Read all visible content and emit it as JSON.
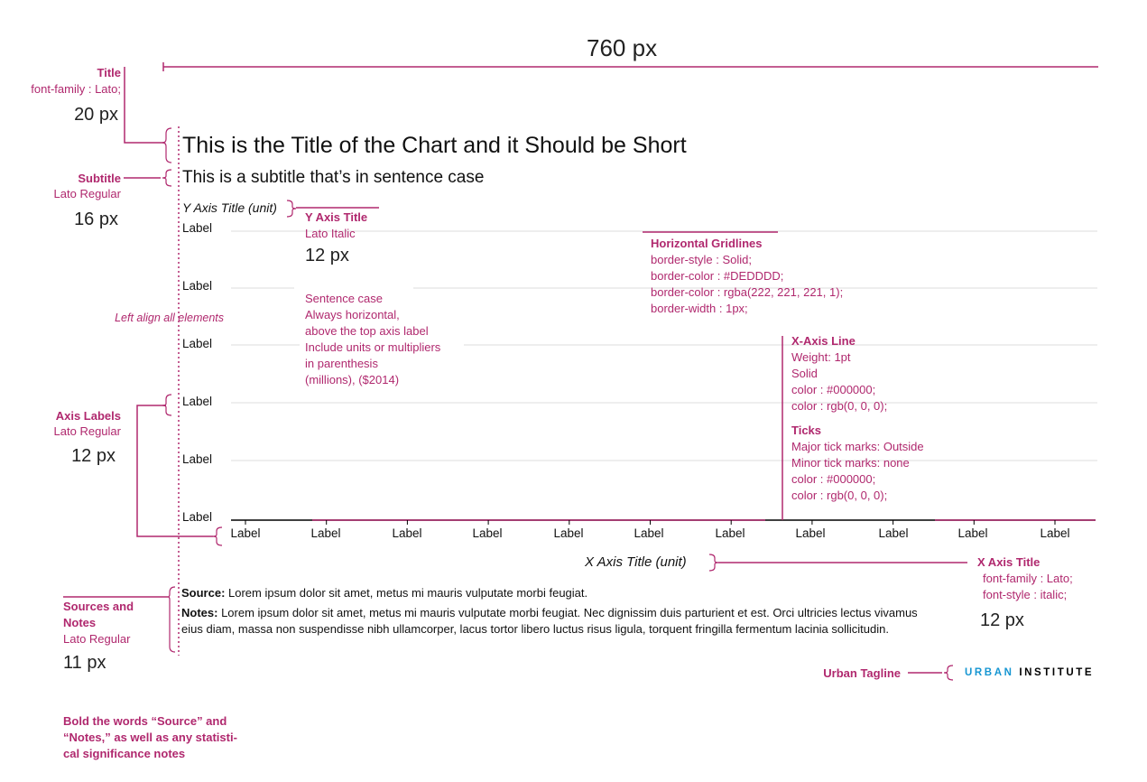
{
  "width_label": "760 px",
  "chart": {
    "title": "This is the Title of the Chart and it Should be Short",
    "subtitle": "This is a subtitle that’s in sentence case",
    "y_axis_title": "Y Axis Title (unit)",
    "y_labels": [
      "Label",
      "Label",
      "Label",
      "Label",
      "Label",
      "Label"
    ],
    "x_labels": [
      "Label",
      "Label",
      "Label",
      "Label",
      "Label",
      "Label",
      "Label",
      "Label",
      "Label",
      "Label",
      "Label"
    ],
    "x_axis_title": "X Axis Title (unit)",
    "source_bold": "Source:",
    "source_text": " Lorem ipsum dolor sit amet, metus mi mauris vulputate morbi feugiat.",
    "notes_bold": "Notes:",
    "notes_text": " Lorem ipsum dolor sit amet, metus mi mauris vulputate morbi feugiat. Nec dignissim duis parturient et est. Orci ultricies lectus vivamus eius diam, massa non suspendisse nibh ullamcorper, lacus tortor libero luctus risus ligula, torquent fringilla fermentum lacinia sollicitudin.",
    "tagline_a": "URBAN",
    "tagline_b": "INSTITUTE"
  },
  "annotations": {
    "title": {
      "head": "Title",
      "line1": "font-family : Lato;",
      "size": "20 px"
    },
    "subtitle": {
      "head": "Subtitle",
      "line1": "Lato Regular",
      "size": "16 px"
    },
    "left_align": "Left align all elements",
    "axis_labels": {
      "head": "Axis Labels",
      "line1": "Lato Regular",
      "size": "12 px"
    },
    "sources": {
      "head1": "Sources and",
      "head2": "Notes",
      "line1": "Lato Regular",
      "size": "11 px"
    },
    "bold_note": [
      "Bold the words “Source” and",
      "“Notes,” as well as any statisti-",
      "cal significance notes"
    ],
    "y_title": {
      "head": "Y Axis Title",
      "line1": "Lato Italic",
      "size": "12 px"
    },
    "y_title_rules": [
      "Sentence case",
      "Always horizontal,",
      "above the top axis label",
      "Include units or multipliers",
      "in parenthesis",
      "(millions), ($2014)"
    ],
    "gridlines": {
      "head": "Horizontal Gridlines",
      "lines": [
        "border-style : Solid;",
        "border-color : #DEDDDD;",
        "border-color : rgba(222, 221, 221, 1);",
        "border-width : 1px;"
      ]
    },
    "x_axis_line": {
      "head": "X-Axis Line",
      "lines": [
        "Weight: 1pt",
        "Solid",
        "color : #000000;",
        "color : rgb(0, 0, 0);"
      ]
    },
    "ticks": {
      "head": "Ticks",
      "lines": [
        "Major tick marks: Outside",
        "Minor tick marks: none",
        "color : #000000;",
        "color : rgb(0, 0, 0);"
      ]
    },
    "x_title": {
      "head": "X Axis Title",
      "line1": "font-family : Lato;",
      "line2": "font-style : italic;",
      "size": "12 px"
    },
    "tagline": "Urban Tagline"
  },
  "colors": {
    "annotation": "#b0286e",
    "gridline": "#DEDDDD",
    "axis": "#000000",
    "tagline_blue": "#1696d2"
  }
}
